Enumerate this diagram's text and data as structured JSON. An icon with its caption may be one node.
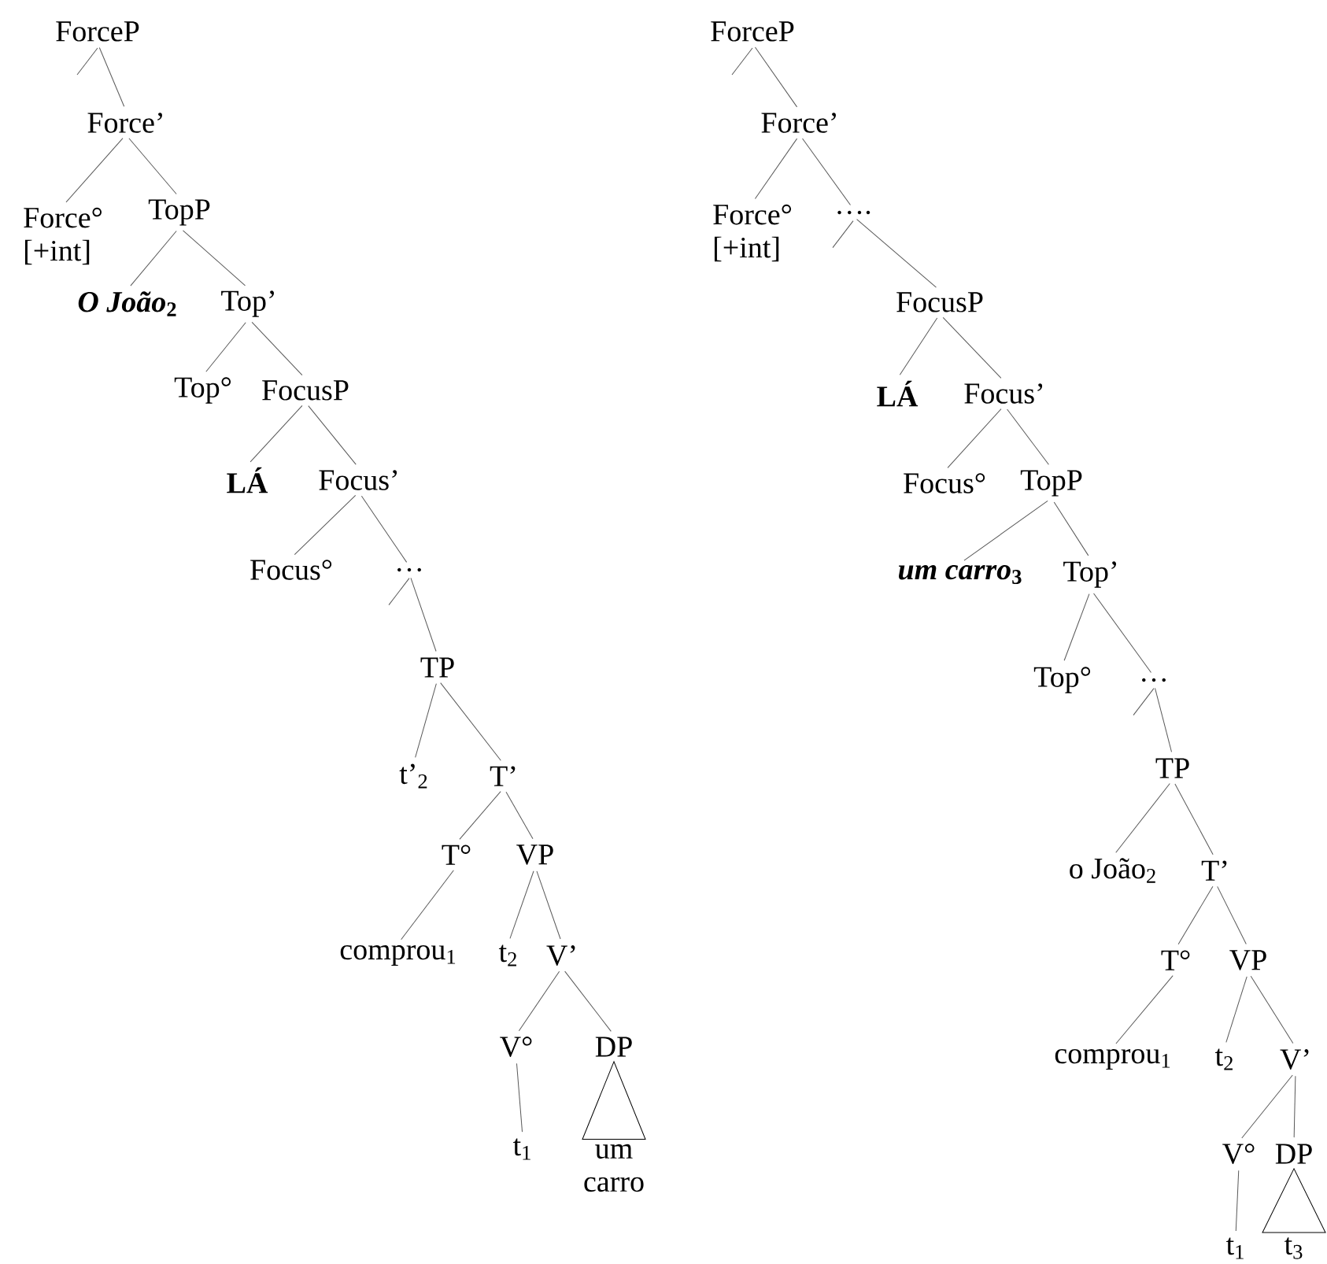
{
  "diagram": {
    "nodes": [
      {
        "text": [
          "ForceP"
        ]
      },
      {
        "text": [
          "Force’"
        ]
      },
      {
        "text": [
          "Force°",
          "[+int]"
        ]
      },
      {
        "text": [
          "TopP"
        ]
      },
      {
        "text": [
          "*O João*$_{2}$"
        ]
      },
      {
        "text": [
          "Top’"
        ]
      },
      {
        "text": [
          "Top°"
        ]
      },
      {
        "text": [
          "FocusP"
        ]
      },
      {
        "text": [
          "LÁ"
        ]
      },
      {
        "text": [
          "Focus’"
        ]
      },
      {
        "text": [
          "Focus°"
        ]
      },
      {
        "text": [
          "…"
        ]
      },
      {
        "text": [
          "TP"
        ]
      },
      {
        "text": [
          "t’$_{2}$"
        ]
      },
      {
        "text": [
          "T’"
        ]
      },
      {
        "text": [
          "T°"
        ]
      },
      {
        "text": [
          "VP"
        ]
      },
      {
        "text": [
          "comprou$_{1}$"
        ]
      },
      {
        "text": [
          "t$_{2}$"
        ]
      },
      {
        "text": [
          "V’"
        ]
      },
      {
        "text": [
          "V°"
        ]
      },
      {
        "text": [
          "DP"
        ]
      },
      {
        "text": [
          "t$_{1}$"
        ]
      },
      {
        "text": [
          "um carro"
        ]
      },
      {
        "text": [
          "ForceP"
        ]
      },
      {
        "text": [
          "Force’"
        ]
      },
      {
        "text": [
          "Force°",
          "[+int]"
        ]
      },
      {
        "text": [
          "…."
        ]
      },
      {
        "text": [
          "FocusP"
        ]
      },
      {
        "text": [
          "LÁ"
        ]
      },
      {
        "text": [
          "Focus’"
        ]
      },
      {
        "text": [
          "Focus°"
        ]
      },
      {
        "text": [
          "TopP"
        ]
      },
      {
        "text": [
          "*um carro*$_{3}$"
        ]
      },
      {
        "text": [
          "Top’"
        ]
      },
      {
        "text": [
          "Top°"
        ]
      },
      {
        "text": [
          "…"
        ]
      },
      {
        "text": [
          "TP"
        ]
      },
      {
        "text": [
          "o João$_{2}$"
        ]
      },
      {
        "text": [
          "T’"
        ]
      },
      {
        "text": [
          "T°"
        ]
      },
      {
        "text": [
          "VP"
        ]
      },
      {
        "text": [
          "comprou$_{1}$"
        ]
      },
      {
        "text": [
          "t$_{2}$"
        ]
      },
      {
        "text": [
          "V’"
        ]
      },
      {
        "text": [
          "V°"
        ]
      },
      {
        "text": [
          "DP"
        ]
      },
      {
        "text": [
          "t$_{1}$"
        ]
      },
      {
        "text": [
          "t$_{3}$"
        ]
      }
    ],
    "edges": [
      {
        "from": 0,
        "to": 1,
        "arrow": "none"
      },
      {
        "from": 0,
        "to": null,
        "arrow": "none"
      },
      {
        "from": 1,
        "to": 2,
        "arrow": "none"
      },
      {
        "from": 1,
        "to": 3,
        "arrow": "none"
      },
      {
        "from": 3,
        "to": 4,
        "arrow": "none"
      },
      {
        "from": 3,
        "to": 5,
        "arrow": "none"
      },
      {
        "from": 5,
        "to": 6,
        "arrow": "none"
      },
      {
        "from": 5,
        "to": 7,
        "arrow": "none"
      },
      {
        "from": 7,
        "to": 8,
        "arrow": "none"
      },
      {
        "from": 7,
        "to": 9,
        "arrow": "none"
      },
      {
        "from": 9,
        "to": 10,
        "arrow": "none"
      },
      {
        "from": 9,
        "to": 11,
        "arrow": "none"
      },
      {
        "from": 11,
        "to": null,
        "arrow": "none"
      },
      {
        "from": 11,
        "to": 12,
        "arrow": "none"
      },
      {
        "from": 12,
        "to": 13,
        "arrow": "none"
      },
      {
        "from": 12,
        "to": 14,
        "arrow": "none"
      },
      {
        "from": 14,
        "to": 15,
        "arrow": "none"
      },
      {
        "from": 14,
        "to": 16,
        "arrow": "none"
      },
      {
        "from": 15,
        "to": 17,
        "arrow": "none"
      },
      {
        "from": 16,
        "to": 18,
        "arrow": "none"
      },
      {
        "from": 16,
        "to": 19,
        "arrow": "none"
      },
      {
        "from": 19,
        "to": 20,
        "arrow": "none"
      },
      {
        "from": 19,
        "to": 21,
        "arrow": "none"
      },
      {
        "from": 20,
        "to": 22,
        "arrow": "none"
      },
      {
        "from": 21,
        "to": 23,
        "arrow": "none"
      },
      {
        "from": 24,
        "to": null,
        "arrow": "none"
      },
      {
        "from": 24,
        "to": 25,
        "arrow": "none"
      },
      {
        "from": 25,
        "to": 26,
        "arrow": "none"
      },
      {
        "from": 25,
        "to": 27,
        "arrow": "none"
      },
      {
        "from": 27,
        "to": null,
        "arrow": "none"
      },
      {
        "from": 27,
        "to": 28,
        "arrow": "none"
      },
      {
        "from": 28,
        "to": 29,
        "arrow": "none"
      },
      {
        "from": 28,
        "to": 30,
        "arrow": "none"
      },
      {
        "from": 30,
        "to": 31,
        "arrow": "none"
      },
      {
        "from": 30,
        "to": 32,
        "arrow": "none"
      },
      {
        "from": 32,
        "to": 33,
        "arrow": "none"
      },
      {
        "from": 32,
        "to": 34,
        "arrow": "none"
      },
      {
        "from": 34,
        "to": 35,
        "arrow": "none"
      },
      {
        "from": 34,
        "to": 36,
        "arrow": "none"
      },
      {
        "from": 36,
        "to": null,
        "arrow": "none"
      },
      {
        "from": 36,
        "to": 37,
        "arrow": "none"
      },
      {
        "from": 37,
        "to": 38,
        "arrow": "none"
      },
      {
        "from": 37,
        "to": 39,
        "arrow": "none"
      },
      {
        "from": 39,
        "to": 40,
        "arrow": "none"
      },
      {
        "from": 39,
        "to": 41,
        "arrow": "none"
      },
      {
        "from": 40,
        "to": 42,
        "arrow": "none"
      },
      {
        "from": 41,
        "to": 43,
        "arrow": "none"
      },
      {
        "from": 41,
        "to": 44,
        "arrow": "none"
      },
      {
        "from": 44,
        "to": 45,
        "arrow": "none"
      },
      {
        "from": 44,
        "to": 46,
        "arrow": "none"
      },
      {
        "from": 45,
        "to": 47,
        "arrow": "none"
      },
      {
        "from": 46,
        "to": 48,
        "arrow": "none"
      }
    ]
  }
}
